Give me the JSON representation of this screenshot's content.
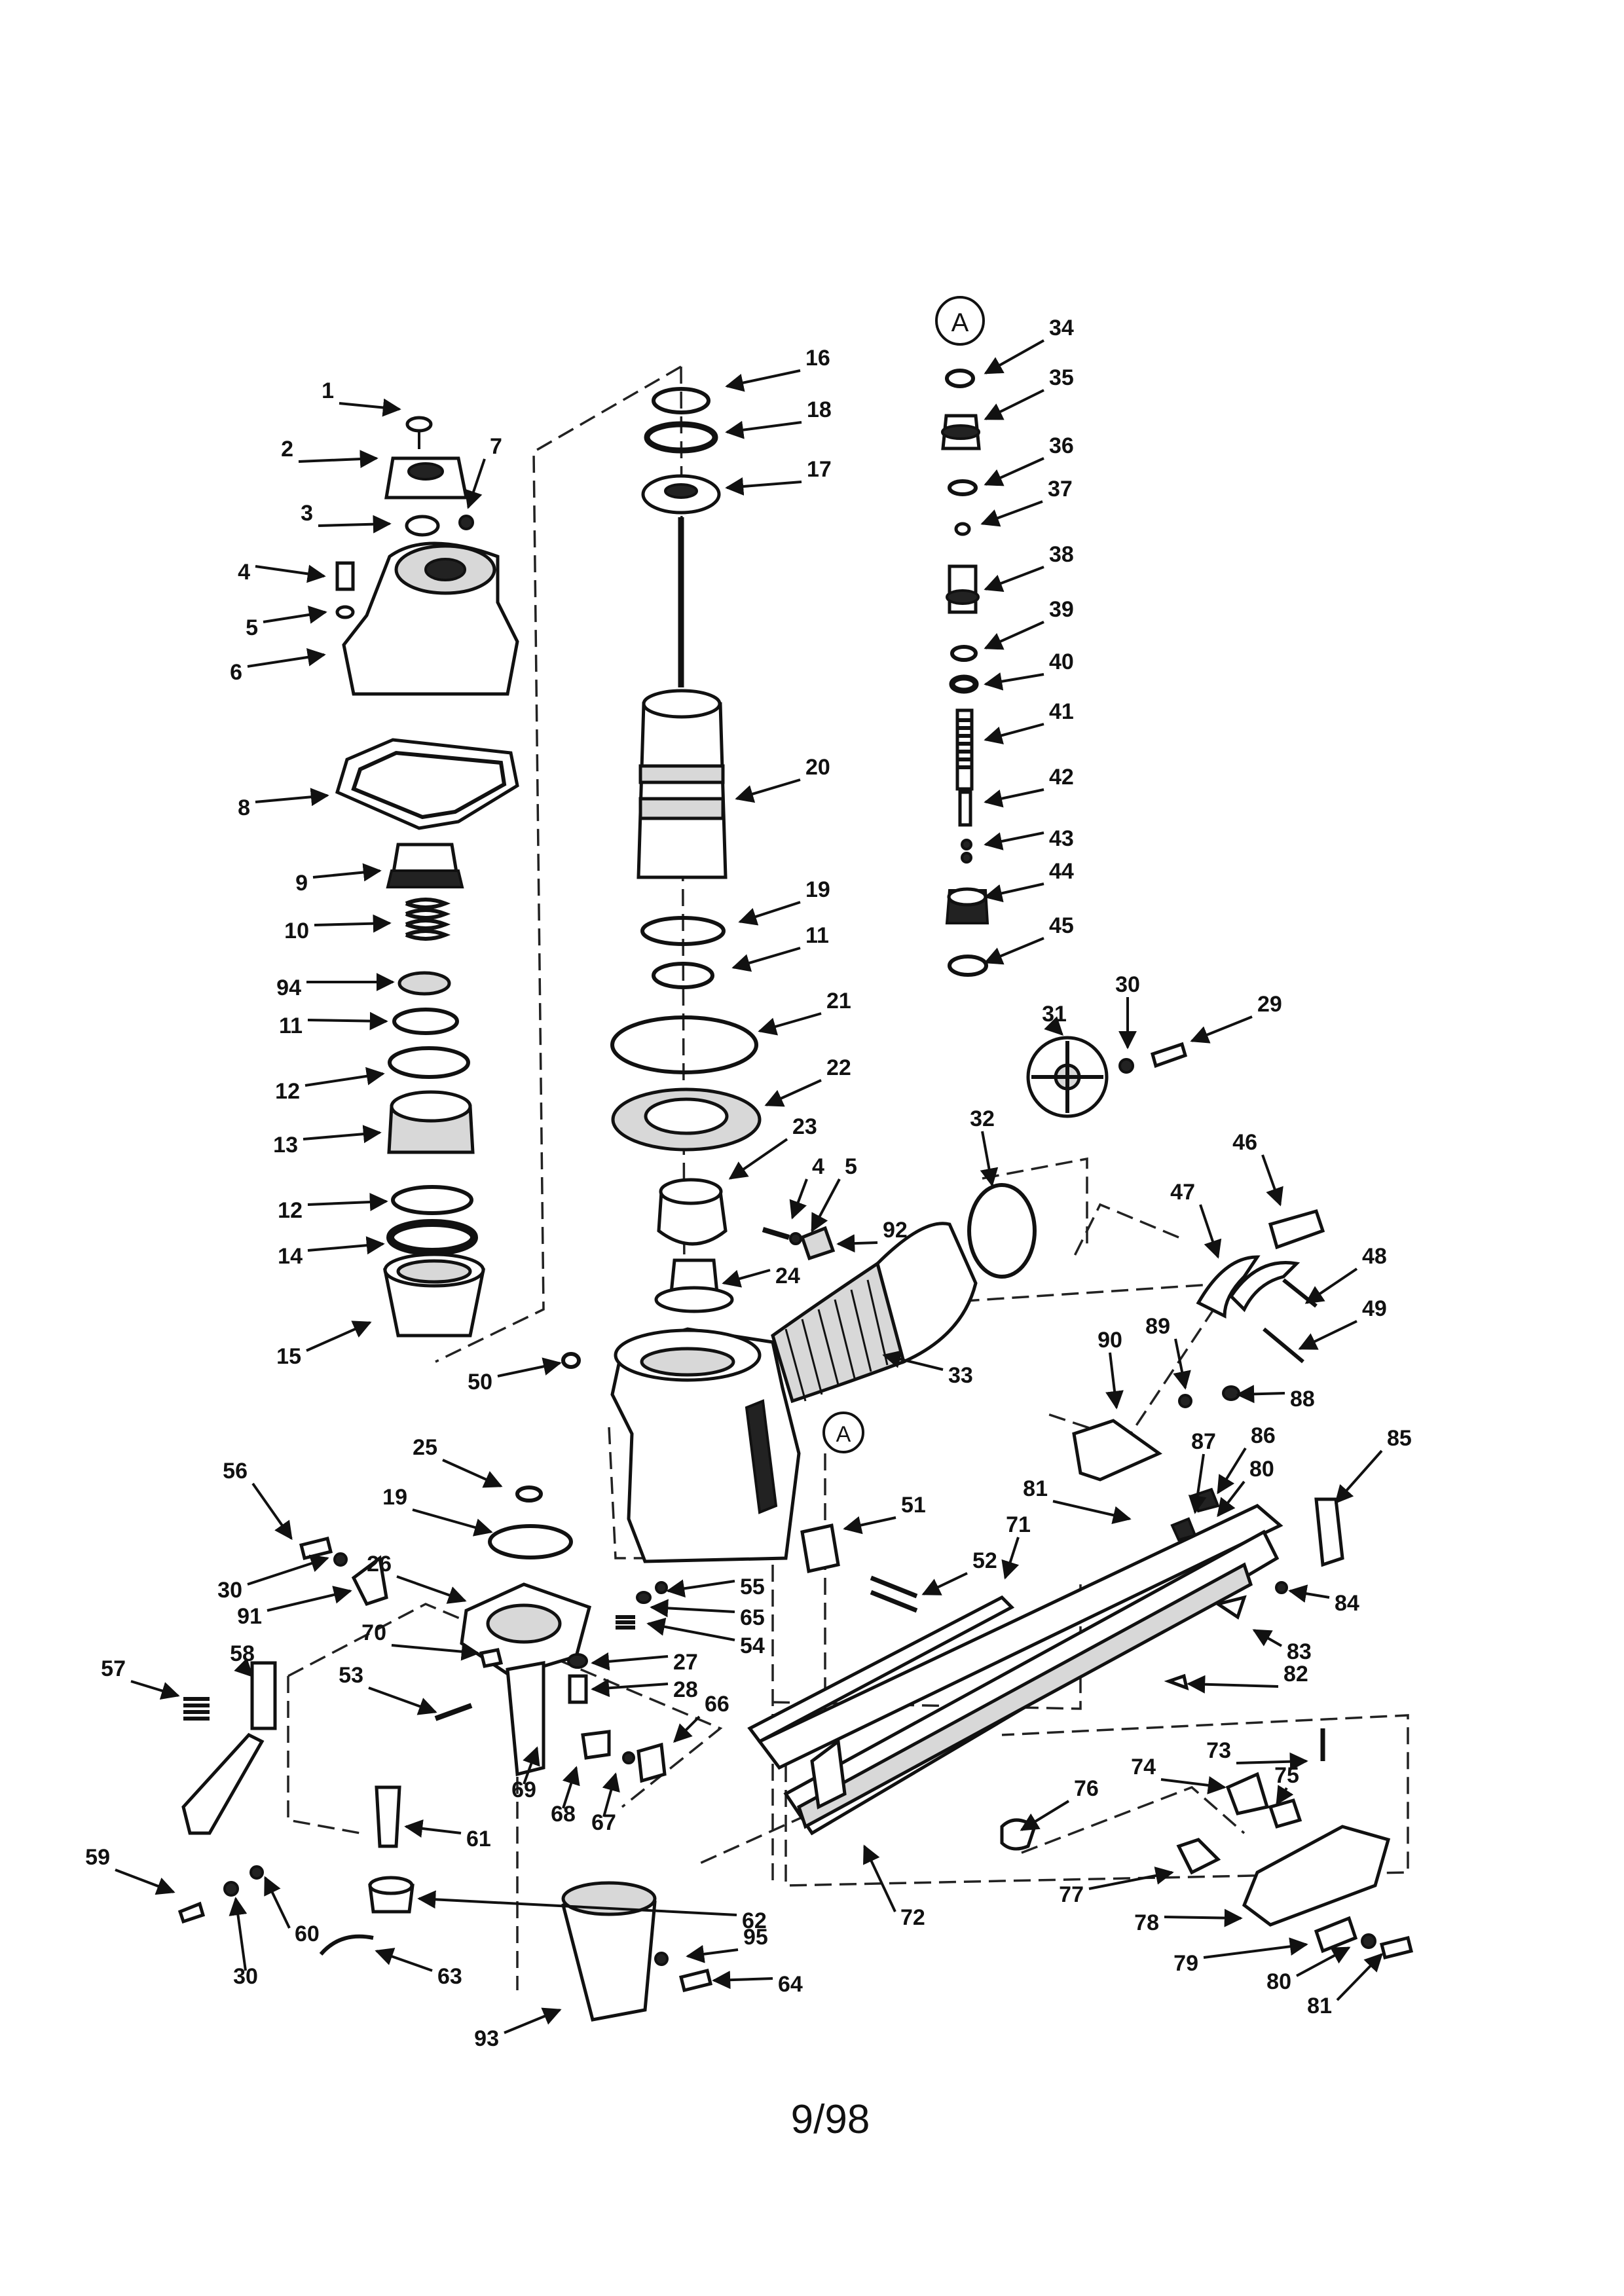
{
  "circle_refs": [
    "A",
    "A"
  ],
  "page_label": "9/98",
  "callouts": [
    {
      "text": "1"
    },
    {
      "text": "2"
    },
    {
      "text": "3"
    },
    {
      "text": "7"
    },
    {
      "text": "4"
    },
    {
      "text": "5"
    },
    {
      "text": "6"
    },
    {
      "text": "8"
    },
    {
      "text": "9"
    },
    {
      "text": "10"
    },
    {
      "text": "94"
    },
    {
      "text": "11"
    },
    {
      "text": "12"
    },
    {
      "text": "13"
    },
    {
      "text": "12"
    },
    {
      "text": "14"
    },
    {
      "text": "15"
    },
    {
      "text": "16"
    },
    {
      "text": "18"
    },
    {
      "text": "17"
    },
    {
      "text": "20"
    },
    {
      "text": "19"
    },
    {
      "text": "11"
    },
    {
      "text": "21"
    },
    {
      "text": "22"
    },
    {
      "text": "23"
    },
    {
      "text": "4"
    },
    {
      "text": "5"
    },
    {
      "text": "92"
    },
    {
      "text": "24"
    },
    {
      "text": "33"
    },
    {
      "text": "50"
    },
    {
      "text": "32"
    },
    {
      "text": "31"
    },
    {
      "text": "30"
    },
    {
      "text": "29"
    },
    {
      "text": "34"
    },
    {
      "text": "35"
    },
    {
      "text": "36"
    },
    {
      "text": "37"
    },
    {
      "text": "38"
    },
    {
      "text": "39"
    },
    {
      "text": "40"
    },
    {
      "text": "41"
    },
    {
      "text": "42"
    },
    {
      "text": "43"
    },
    {
      "text": "44"
    },
    {
      "text": "45"
    },
    {
      "text": "46"
    },
    {
      "text": "47"
    },
    {
      "text": "48"
    },
    {
      "text": "49"
    },
    {
      "text": "90"
    },
    {
      "text": "89"
    },
    {
      "text": "88"
    },
    {
      "text": "85"
    },
    {
      "text": "87"
    },
    {
      "text": "86"
    },
    {
      "text": "80"
    },
    {
      "text": "81"
    },
    {
      "text": "84"
    },
    {
      "text": "83"
    },
    {
      "text": "82"
    },
    {
      "text": "73"
    },
    {
      "text": "74"
    },
    {
      "text": "75"
    },
    {
      "text": "76"
    },
    {
      "text": "77"
    },
    {
      "text": "78"
    },
    {
      "text": "79"
    },
    {
      "text": "80"
    },
    {
      "text": "81"
    },
    {
      "text": "72"
    },
    {
      "text": "71"
    },
    {
      "text": "52"
    },
    {
      "text": "51"
    },
    {
      "text": "25"
    },
    {
      "text": "19"
    },
    {
      "text": "56"
    },
    {
      "text": "30"
    },
    {
      "text": "91"
    },
    {
      "text": "26"
    },
    {
      "text": "55"
    },
    {
      "text": "65"
    },
    {
      "text": "54"
    },
    {
      "text": "70"
    },
    {
      "text": "27"
    },
    {
      "text": "28"
    },
    {
      "text": "53"
    },
    {
      "text": "66"
    },
    {
      "text": "69"
    },
    {
      "text": "68"
    },
    {
      "text": "67"
    },
    {
      "text": "58"
    },
    {
      "text": "57"
    },
    {
      "text": "61"
    },
    {
      "text": "62"
    },
    {
      "text": "63"
    },
    {
      "text": "59"
    },
    {
      "text": "30"
    },
    {
      "text": "60"
    },
    {
      "text": "93"
    },
    {
      "text": "95"
    },
    {
      "text": "64"
    }
  ]
}
